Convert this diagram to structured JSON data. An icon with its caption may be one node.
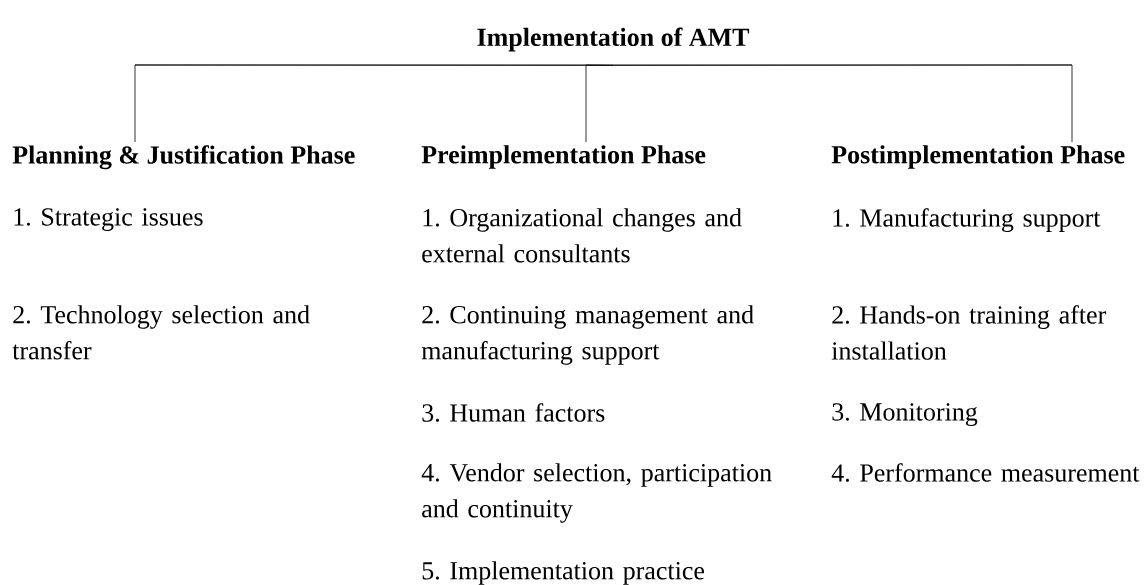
{
  "diagram": {
    "nodes": [
      {
        "text": [
          "Implementation of AMT"
        ]
      },
      {
        "text": [
          "Planning & Justification Phase"
        ]
      },
      {
        "text": [
          "Preimplementation Phase"
        ]
      },
      {
        "text": [
          "Postimplementation Phase"
        ]
      }
    ],
    "edges": [
      {
        "from": 0,
        "to": 1,
        "arrow": "none"
      },
      {
        "from": 0,
        "to": 2,
        "arrow": "none"
      },
      {
        "from": 0,
        "to": 3,
        "arrow": "none"
      }
    ],
    "labels": [
      "1. Strategic issues",
      "2. Technology selection and transfer",
      "1. Organizational changes and external consultants",
      "2. Continuing management and manufacturing support",
      "3. Human factors",
      "4. Vendor selection, participation and continuity",
      "5. Implementation practice",
      "1. Manufacturing support",
      "2. Hands-on training after installation",
      "3. Monitoring",
      "4. Performance measurement"
    ]
  }
}
